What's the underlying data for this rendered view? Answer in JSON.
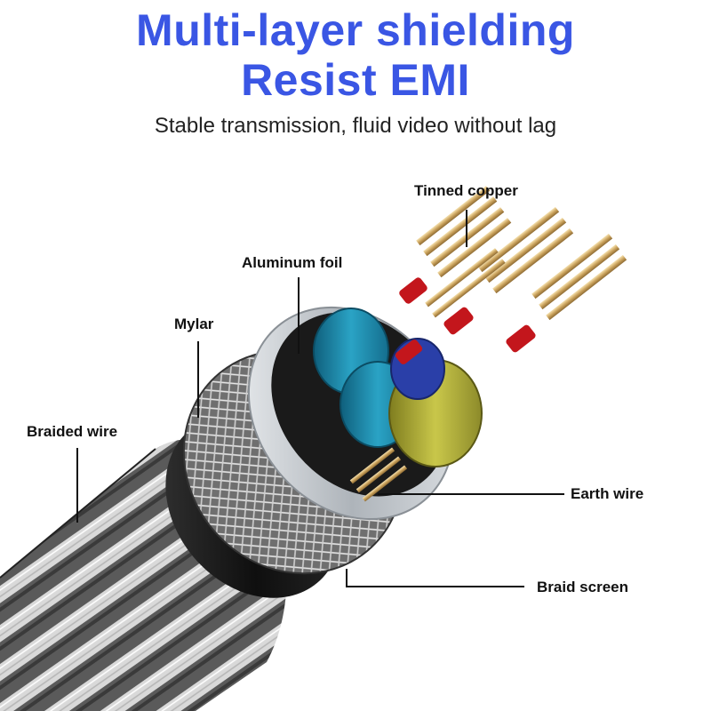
{
  "header": {
    "title_line1": "Multi-layer shielding",
    "title_line2": "Resist EMI",
    "subtitle": "Stable transmission, fluid video without lag"
  },
  "callouts": {
    "tinned_copper": "Tinned copper",
    "aluminum_foil": "Aluminum foil",
    "mylar": "Mylar",
    "braided_wire": "Braided wire",
    "earth_wire": "Earth wire",
    "braid_screen": "Braid screen"
  },
  "colors": {
    "title": "#3a56e4",
    "subtitle": "#222222",
    "label": "#111111",
    "braid_light": "#d6d6d6",
    "braid_dark": "#4a4a4a",
    "mylar": "#222222",
    "foil": "#c9ced3",
    "core_teal": "#1f8fae",
    "core_yellow": "#b5b33a",
    "copper": "#d9b36b"
  }
}
